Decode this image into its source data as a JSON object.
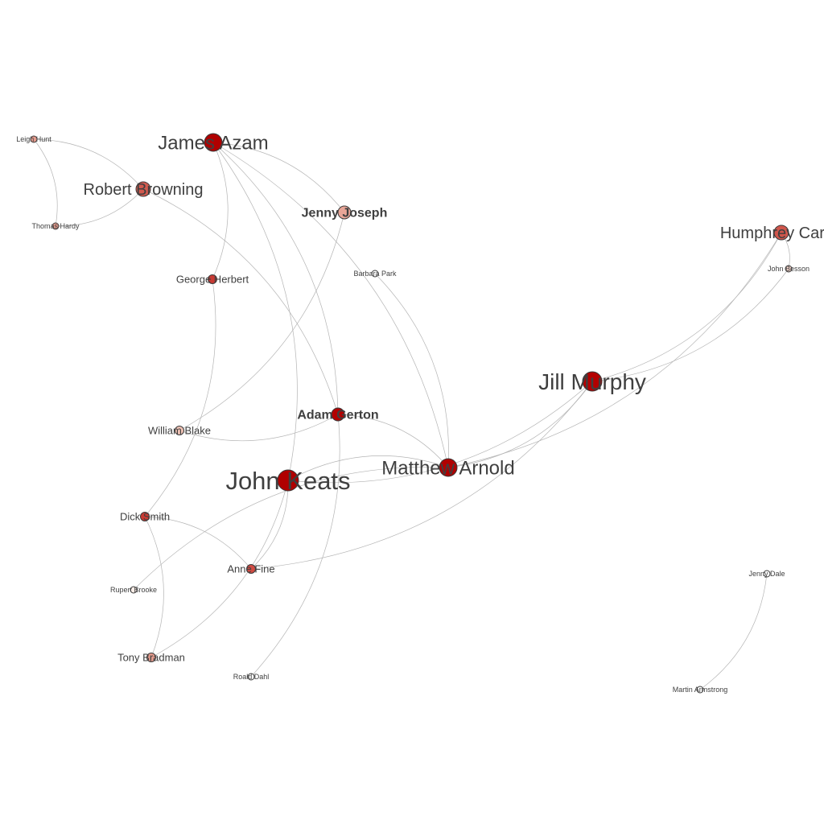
{
  "graph": {
    "nodes": [
      {
        "id": "leigh-hunt",
        "label": "Leigh Hunt",
        "color": "#e49a8c",
        "size": "tiny"
      },
      {
        "id": "james-azam",
        "label": "James Azam",
        "color": "#b00000",
        "size": "large"
      },
      {
        "id": "robert-browning",
        "label": "Robert Browning",
        "color": "#d25a4f",
        "size": "medium"
      },
      {
        "id": "thomas-hardy",
        "label": "Thomas Hardy",
        "color": "#e49a8c",
        "size": "tiny"
      },
      {
        "id": "jenny-joseph",
        "label": "Jenny Joseph",
        "color": "#e8a597",
        "size": "medium-bold"
      },
      {
        "id": "humphrey-carpenter",
        "label": "Humphrey Carpe",
        "color": "#d0564c",
        "size": "medium"
      },
      {
        "id": "john-besson",
        "label": "John Besson",
        "color": "#f1d2c9",
        "size": "tiny"
      },
      {
        "id": "george-herbert",
        "label": "George Herbert",
        "color": "#c83a33",
        "size": "small"
      },
      {
        "id": "barbara-park",
        "label": "Barbara Park",
        "color": "#ffffff",
        "size": "tiny"
      },
      {
        "id": "jill-murphy",
        "label": "Jill Murphy",
        "color": "#b30000",
        "size": "xlarge"
      },
      {
        "id": "adam-gerton",
        "label": "Adam Gerton",
        "color": "#b30000",
        "size": "medium-bold"
      },
      {
        "id": "william-blake",
        "label": "William Blake",
        "color": "#f0c3b6",
        "size": "small"
      },
      {
        "id": "john-keats",
        "label": "John Keats",
        "color": "#b00000",
        "size": "xxlarge"
      },
      {
        "id": "matthew-arnold",
        "label": "Matthew Arnold",
        "color": "#b00000",
        "size": "large"
      },
      {
        "id": "dick-smith",
        "label": "Dick Smith",
        "color": "#c83a33",
        "size": "small"
      },
      {
        "id": "anne-fine",
        "label": "Anne Fine",
        "color": "#d04a42",
        "size": "small"
      },
      {
        "id": "rupert-brooke",
        "label": "Rupert Brooke",
        "color": "#fbeee8",
        "size": "tiny"
      },
      {
        "id": "tony-bradman",
        "label": "Tony Bradman",
        "color": "#e49a8c",
        "size": "small"
      },
      {
        "id": "roald-dahl",
        "label": "Roald Dahl",
        "color": "#ffffff",
        "size": "tiny"
      },
      {
        "id": "jenny-dale",
        "label": "Jenny Dale",
        "color": "#ffffff",
        "size": "tiny"
      },
      {
        "id": "martin-armstrong",
        "label": "Martin Armstrong",
        "color": "#ffffff",
        "size": "tiny"
      }
    ],
    "edges": [
      {
        "source": "leigh-hunt",
        "target": "thomas-hardy"
      },
      {
        "source": "leigh-hunt",
        "target": "robert-browning"
      },
      {
        "source": "robert-browning",
        "target": "thomas-hardy"
      },
      {
        "source": "robert-browning",
        "target": "adam-gerton"
      },
      {
        "source": "james-azam",
        "target": "jenny-joseph"
      },
      {
        "source": "james-azam",
        "target": "george-herbert"
      },
      {
        "source": "james-azam",
        "target": "john-keats"
      },
      {
        "source": "james-azam",
        "target": "adam-gerton"
      },
      {
        "source": "james-azam",
        "target": "matthew-arnold"
      },
      {
        "source": "jenny-joseph",
        "target": "william-blake"
      },
      {
        "source": "george-herbert",
        "target": "dick-smith"
      },
      {
        "source": "barbara-park",
        "target": "matthew-arnold"
      },
      {
        "source": "humphrey-carpenter",
        "target": "john-besson"
      },
      {
        "source": "humphrey-carpenter",
        "target": "jill-murphy"
      },
      {
        "source": "humphrey-carpenter",
        "target": "matthew-arnold"
      },
      {
        "source": "john-besson",
        "target": "jill-murphy"
      },
      {
        "source": "jill-murphy",
        "target": "john-keats"
      },
      {
        "source": "jill-murphy",
        "target": "matthew-arnold"
      },
      {
        "source": "jill-murphy",
        "target": "anne-fine"
      },
      {
        "source": "adam-gerton",
        "target": "william-blake"
      },
      {
        "source": "adam-gerton",
        "target": "matthew-arnold"
      },
      {
        "source": "adam-gerton",
        "target": "roald-dahl"
      },
      {
        "source": "john-keats",
        "target": "matthew-arnold"
      },
      {
        "source": "john-keats",
        "target": "anne-fine"
      },
      {
        "source": "john-keats",
        "target": "tony-bradman"
      },
      {
        "source": "dick-smith",
        "target": "anne-fine"
      },
      {
        "source": "dick-smith",
        "target": "tony-bradman"
      },
      {
        "source": "rupert-brooke",
        "target": "matthew-arnold"
      },
      {
        "source": "jenny-dale",
        "target": "martin-armstrong"
      }
    ]
  }
}
